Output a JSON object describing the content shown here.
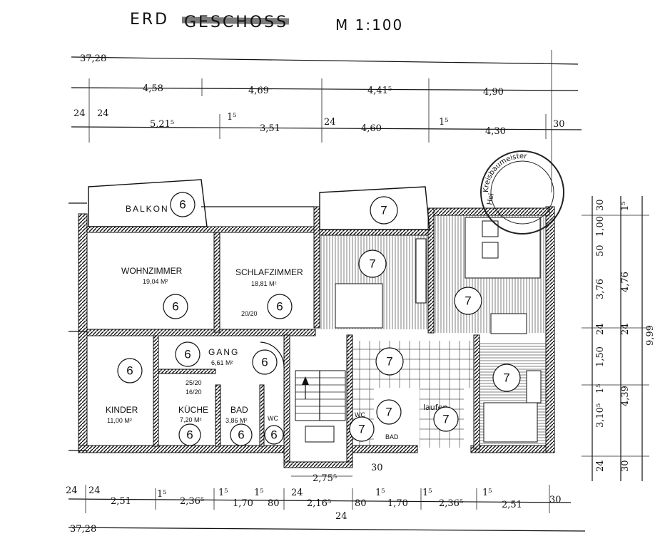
{
  "title": {
    "erd": "ERD",
    "struck": "GESCHOSS",
    "scale": "M 1:100"
  },
  "dims": {
    "top_total": "37,28",
    "top_row1": [
      "4,58",
      "4,69",
      "4,41⁵",
      "4,90"
    ],
    "top_row2": [
      "24",
      "24",
      "5,21⁵",
      "1⁵",
      "3,51",
      "24",
      "4,60",
      "1⁵",
      "4,30",
      "30"
    ],
    "bottom_row": [
      "24",
      "24",
      "2,51",
      "1⁵",
      "2,36⁵",
      "1⁵",
      "1,70",
      "1⁵",
      "80",
      "24",
      "2,16⁵",
      "80",
      "1⁵",
      "1,70",
      "1⁵",
      "2,36⁵",
      "1⁵",
      "2,51",
      "30"
    ],
    "bottom_extra": [
      "2,75⁵",
      "24",
      "30"
    ],
    "bottom_total": "37,28",
    "right_outer": [
      "30",
      "1⁵",
      "1,00",
      "50",
      "3,76",
      "4,76",
      "24",
      "24",
      "1,50",
      "9,99",
      "1⁵",
      "4,39",
      "3,10⁵",
      "24",
      "30"
    ]
  },
  "rooms": {
    "balkon": "BALKON",
    "wohnzimmer": "WOHNZIMMER",
    "wohnzimmer_area": "19,04 M²",
    "schlafzimmer": "SCHLAFZIMMER",
    "schlafzimmer_area": "18,81 M²",
    "door_note": "20/20",
    "gang": "GANG",
    "gang_area": "6,61 M²",
    "kinder": "KINDER",
    "kinder_area": "11,00 M²",
    "kueche_dims": "25/20",
    "kueche_dims2": "16/20",
    "kueche": "KÜCHE",
    "kueche_area": "7,20 M²",
    "bad": "BAD",
    "bad_area": "3,86 M²",
    "wc": "WC",
    "wc_right": "WC",
    "bad_right": "BAD",
    "handnote": "laufen"
  },
  "unit_markers": {
    "left_unit": "6",
    "right_unit": "7"
  },
  "stamp": {
    "text": "Kreisbaumeister",
    "side": "Hei"
  }
}
